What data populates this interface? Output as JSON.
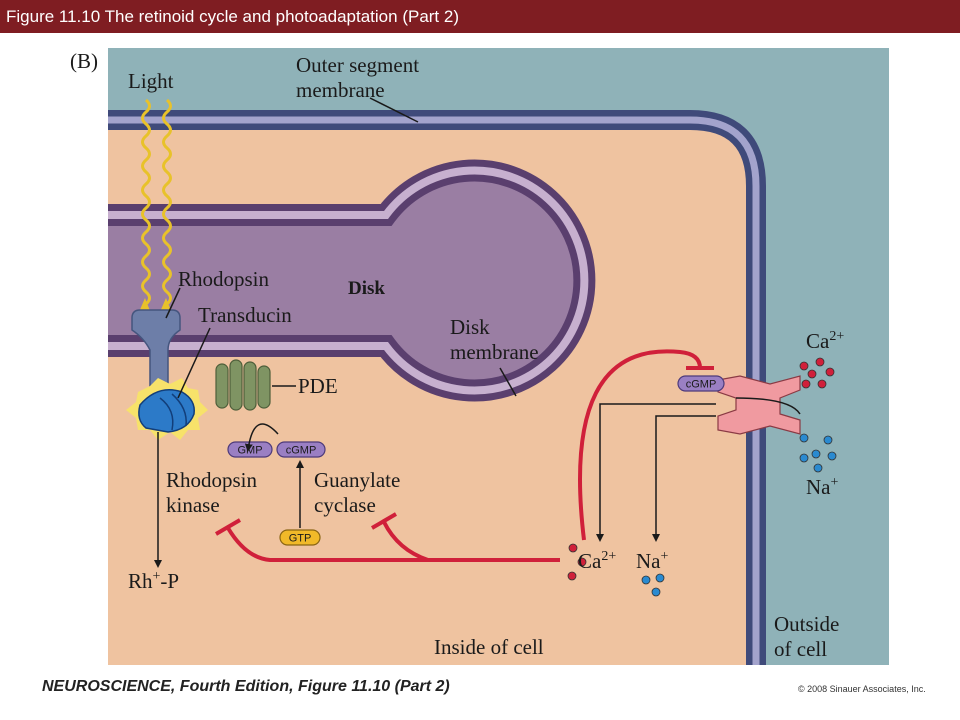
{
  "header": {
    "title": "Figure 11.10  The retinoid cycle and photoadaptation (Part 2)"
  },
  "figure": {
    "panel_label": "(B)",
    "light": "Light",
    "outer_segment_membrane": [
      "Outer segment",
      "membrane"
    ],
    "rhodopsin": "Rhodopsin",
    "disk": "Disk",
    "transducin": "Transducin",
    "disk_membrane": [
      "Disk",
      "membrane"
    ],
    "pde": "PDE",
    "gmp": "GMP",
    "cgmp": "cGMP",
    "cgmp_channel": "cGMP",
    "gtp": "GTP",
    "rhodopsin_kinase": [
      "Rhodopsin",
      "kinase"
    ],
    "guanylate_cyclase": [
      "Guanylate",
      "cyclase"
    ],
    "rh_p": {
      "base": "Rh",
      "sup": "+",
      "tail": "-P"
    },
    "ca_inside": {
      "base": "Ca",
      "sup": "2+"
    },
    "na_inside": {
      "base": "Na",
      "sup": "+"
    },
    "ca_outside": {
      "base": "Ca",
      "sup": "2+"
    },
    "na_outside": {
      "base": "Na",
      "sup": "+"
    },
    "inside_of_cell": "Inside of cell",
    "outside_of_cell": [
      "Outside",
      "of cell"
    ]
  },
  "footer": {
    "book": "NEUROSCIENCE, Fourth Edition, Figure 11.10 (Part 2)",
    "copyright": "© 2008 Sinauer Associates, Inc."
  },
  "colors": {
    "title_bar": "#7f1d22",
    "outside": "#8fb2b8",
    "inside": "#efc3a0",
    "disk": "#9a7ea3",
    "membrane_dark": "#3f4a7a",
    "membrane_light": "#a3a3cc",
    "inhibitor": "#d0203a",
    "na_dot": "#2a8ad0"
  }
}
